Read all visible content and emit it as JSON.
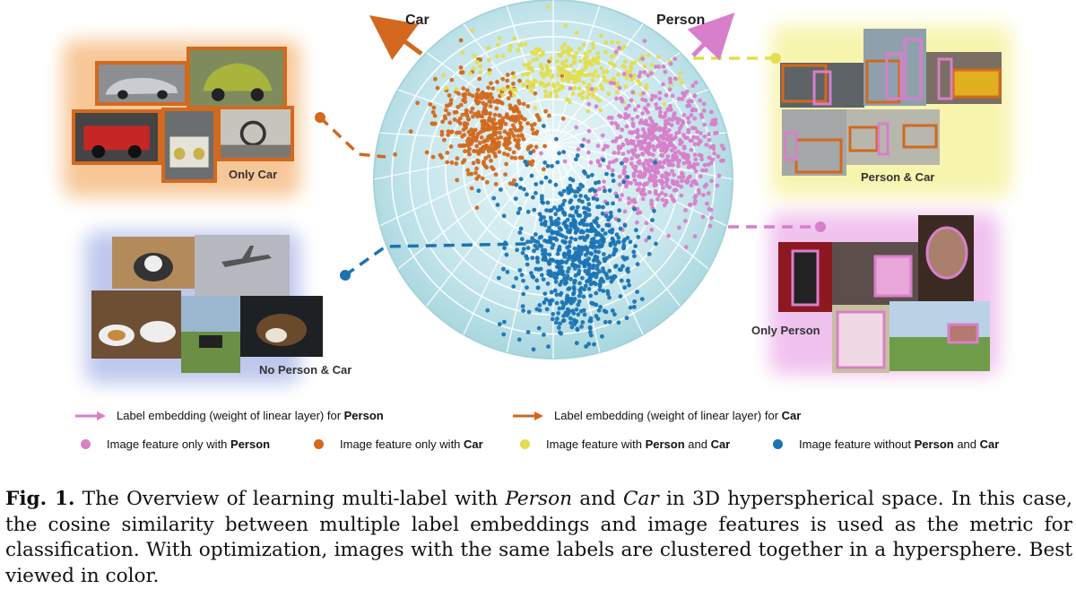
{
  "figure": {
    "axis_labels": {
      "car": "Car",
      "person": "Person"
    },
    "groups": {
      "only_car": "Only Car",
      "person_and_car": "Person & Car",
      "no_person_car": "No Person & Car",
      "only_person": "Only Person"
    },
    "colors": {
      "person": "#d77fca",
      "car": "#d2691e",
      "both": "#e3dd4f",
      "none": "#1b74b4",
      "sphere": "#bfe3ea"
    }
  },
  "legend": {
    "row1": [
      {
        "prefix": "Label embedding  (weight of linear layer) for ",
        "bold": "Person",
        "color": "#d77fca"
      },
      {
        "prefix": "Label embedding  (weight of linear layer) for ",
        "bold": "Car",
        "color": "#d2691e"
      }
    ],
    "row2": [
      {
        "prefix": "Image feature only with ",
        "bold": "Person",
        "suffix": "",
        "color": "#d77fca"
      },
      {
        "prefix": "Image feature only with ",
        "bold": "Car",
        "suffix": "",
        "color": "#d2691e"
      },
      {
        "prefix": "Image feature with ",
        "bold": "Person",
        "mid": " and ",
        "bold2": "Car",
        "color": "#e3dd4f"
      },
      {
        "prefix": "Image feature without ",
        "bold": "Person",
        "mid": " and ",
        "bold2": "Car",
        "color": "#1b74b4"
      }
    ]
  },
  "caption": {
    "fig_num": "Fig. 1.",
    "t1": " The Overview of learning multi-label with ",
    "person": "Person",
    "t2": " and ",
    "car": "Car",
    "t3": " in 3D hyperspherical space. In this case, the cosine similarity between multiple label embeddings and image features is used as the metric for classification. With optimization, images with the same labels are clustered together in a hypersphere. Best viewed in color."
  }
}
